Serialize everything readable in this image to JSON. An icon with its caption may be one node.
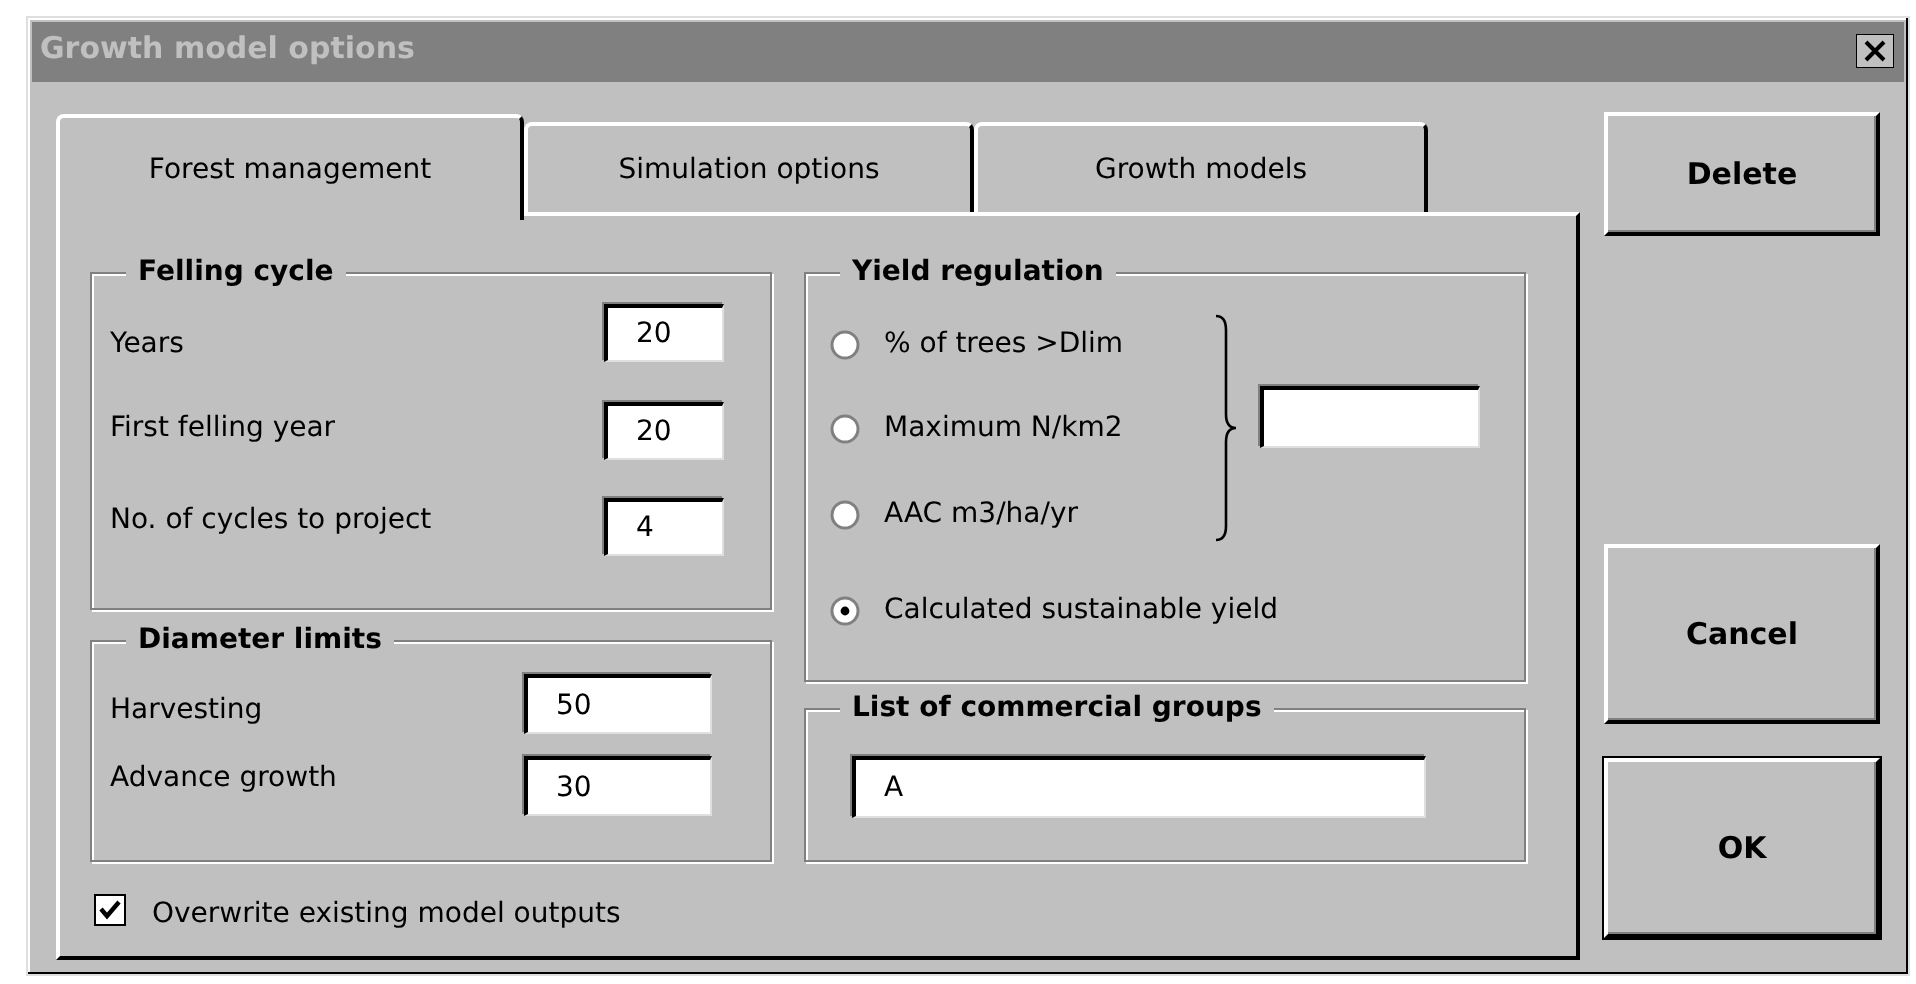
{
  "diagram": {
    "title": "Growth model options",
    "nodes": [
      {
        "text": [
          "Forest management"
        ]
      },
      {
        "text": [
          "Simulation options"
        ]
      },
      {
        "text": [
          "Growth models"
        ]
      },
      {
        "text": [
          "Felling cycle"
        ]
      },
      {
        "text": [
          "20"
        ],
        "in": 3
      },
      {
        "text": [
          "20"
        ],
        "in": 3
      },
      {
        "text": [
          "4"
        ],
        "in": 3
      },
      {
        "text": [
          "Diameter limits"
        ]
      },
      {
        "text": [
          "50"
        ],
        "in": 7
      },
      {
        "text": [
          "30"
        ],
        "in": 7
      },
      {
        "text": [
          "Yield regulation"
        ]
      },
      {
        "text": [],
        "shape": "box",
        "in": 10
      },
      {
        "text": [
          "List of commercial groups"
        ]
      },
      {
        "text": [
          "A"
        ],
        "in": 12
      },
      {
        "text": [
          "Delete"
        ]
      },
      {
        "text": [
          "Cancel"
        ]
      },
      {
        "text": [
          "OK"
        ]
      }
    ],
    "labels": [
      "Years",
      "First felling year",
      "No. of cycles to project",
      "% of trees >Dlim",
      "Maximum N/km2",
      "AAC m3/ha/yr",
      "Calculated sustainable yield",
      "Harvesting",
      "Advance growth",
      "Overwrite existing model outputs"
    ]
  }
}
